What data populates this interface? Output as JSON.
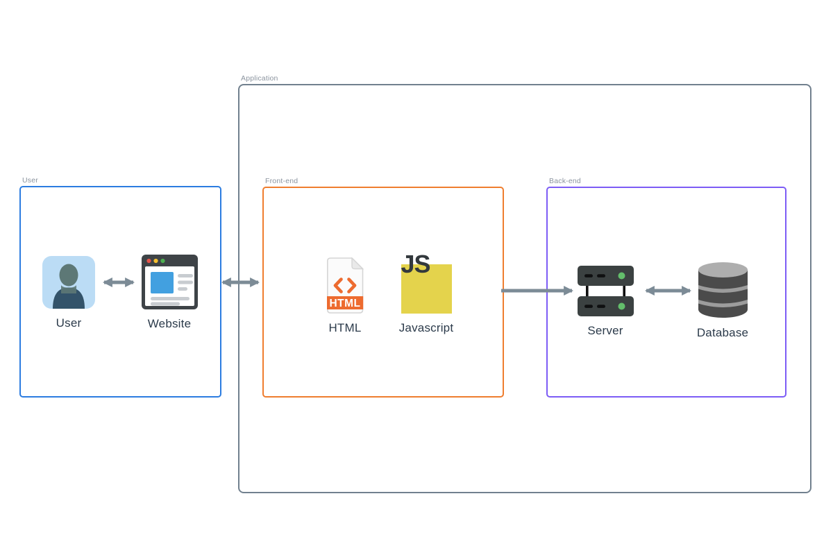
{
  "groups": {
    "user": {
      "label": "User",
      "border_color": "#2b7ce0"
    },
    "application": {
      "label": "Application",
      "border_color": "#71808e"
    },
    "frontend": {
      "label": "Front-end",
      "border_color": "#ef7d2e"
    },
    "backend": {
      "label": "Back-end",
      "border_color": "#7c5cf5"
    }
  },
  "nodes": {
    "user": {
      "label": "User"
    },
    "website": {
      "label": "Website"
    },
    "html": {
      "label": "HTML",
      "badge": "HTML"
    },
    "javascript": {
      "label": "Javascript",
      "badge": "JS"
    },
    "server": {
      "label": "Server"
    },
    "database": {
      "label": "Database"
    }
  },
  "edges": [
    {
      "from": "User",
      "to": "Website",
      "direction": "both"
    },
    {
      "from": "User group",
      "to": "Front-end group",
      "direction": "both"
    },
    {
      "from": "Front-end group",
      "to": "Server",
      "direction": "forward"
    },
    {
      "from": "Server",
      "to": "Database",
      "direction": "both"
    }
  ],
  "colors": {
    "canvas_bg": "#ffffff",
    "arrow": "#7c8b96",
    "group_label": "#8a939e",
    "node_label": "#2b3a4a",
    "user_icon_bg": "#bbdcf5",
    "html_orange": "#ed6b2f",
    "js_yellow": "#e4d34c",
    "server_green": "#63be6b"
  }
}
